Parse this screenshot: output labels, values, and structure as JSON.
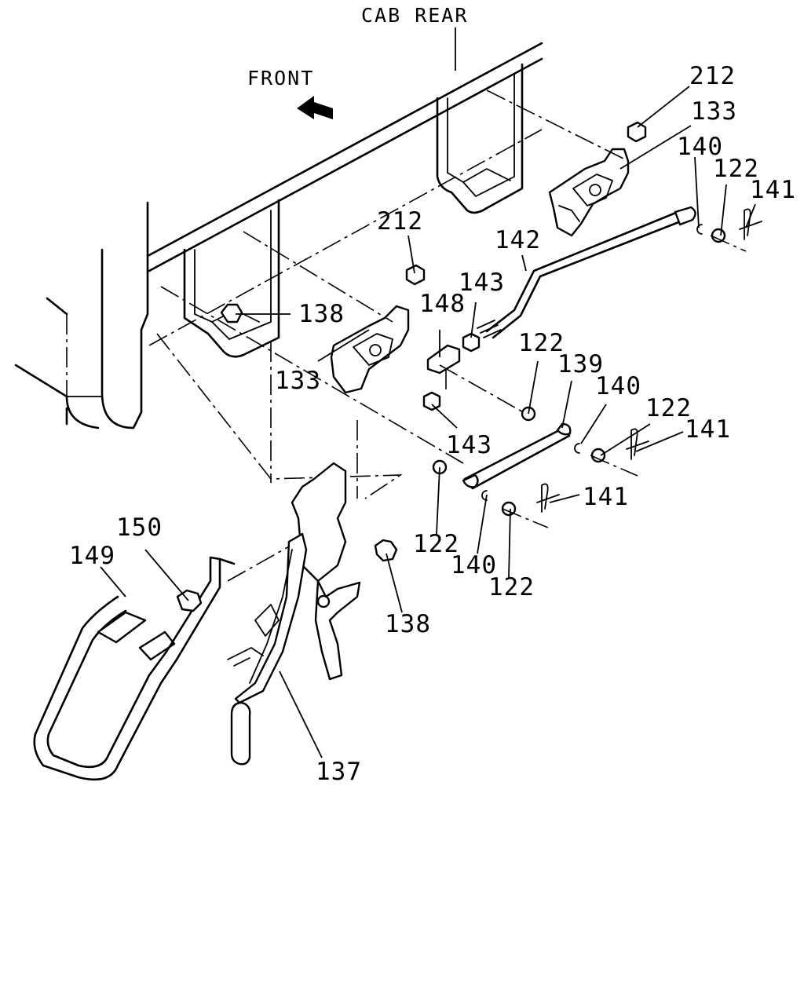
{
  "diagram": {
    "annotations": {
      "cab_rear": "CAB REAR",
      "front": "FRONT"
    },
    "callouts": [
      {
        "id": "c212a",
        "text": "212"
      },
      {
        "id": "c133a",
        "text": "133"
      },
      {
        "id": "c140a",
        "text": "140"
      },
      {
        "id": "c122a",
        "text": "122"
      },
      {
        "id": "c141a",
        "text": "141"
      },
      {
        "id": "c142",
        "text": "142"
      },
      {
        "id": "c212b",
        "text": "212"
      },
      {
        "id": "c143a",
        "text": "143"
      },
      {
        "id": "c148",
        "text": "148"
      },
      {
        "id": "c138a",
        "text": "138"
      },
      {
        "id": "c133b",
        "text": "133"
      },
      {
        "id": "c122b",
        "text": "122"
      },
      {
        "id": "c139",
        "text": "139"
      },
      {
        "id": "c140b",
        "text": "140"
      },
      {
        "id": "c122c",
        "text": "122"
      },
      {
        "id": "c141b",
        "text": "141"
      },
      {
        "id": "c143b",
        "text": "143"
      },
      {
        "id": "c141c",
        "text": "141"
      },
      {
        "id": "c150",
        "text": "150"
      },
      {
        "id": "c149",
        "text": "149"
      },
      {
        "id": "c122d",
        "text": "122"
      },
      {
        "id": "c140c",
        "text": "140"
      },
      {
        "id": "c122e",
        "text": "122"
      },
      {
        "id": "c138b",
        "text": "138"
      },
      {
        "id": "c137",
        "text": "137"
      }
    ]
  }
}
